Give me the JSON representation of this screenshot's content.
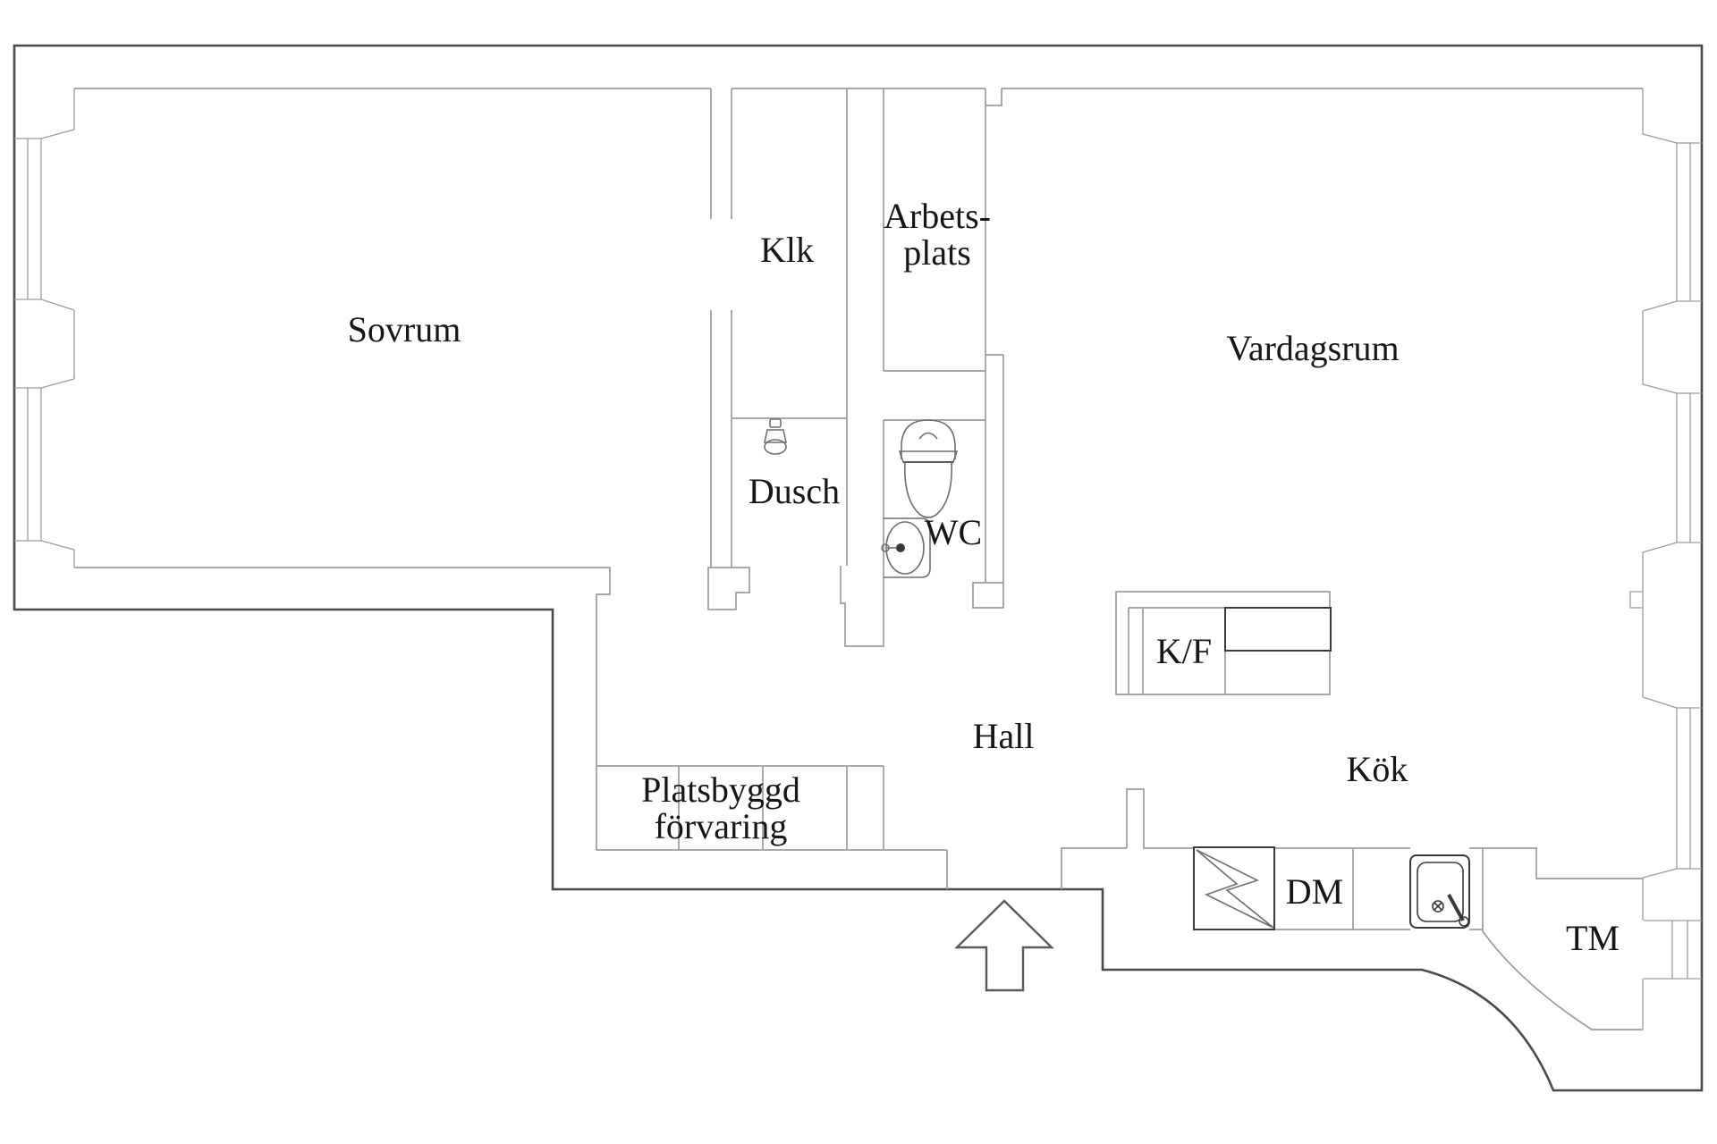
{
  "title": "Apartment floor plan",
  "colors": {
    "outer_wall": "#4a4a4a",
    "inner_wall": "#9c9c9c",
    "fixture": "#6e6e6e",
    "fixture_dark": "#3a3a3a",
    "text": "#161616",
    "background": "#ffffff"
  },
  "rooms": {
    "sovrum": {
      "label": "Sovrum"
    },
    "klk": {
      "label": "Klk"
    },
    "arbetsplats": {
      "line1": "Arbets-",
      "line2": "plats"
    },
    "dusch": {
      "label": "Dusch"
    },
    "wc": {
      "label": "WC"
    },
    "vardagsrum": {
      "label": "Vardagsrum"
    },
    "hall": {
      "label": "Hall"
    },
    "kok": {
      "label": "Kök"
    },
    "storage": {
      "line1": "Platsbyggd",
      "line2": "förvaring"
    },
    "kf": {
      "label": "K/F"
    },
    "dm": {
      "label": "DM"
    },
    "tm": {
      "label": "TM"
    }
  }
}
